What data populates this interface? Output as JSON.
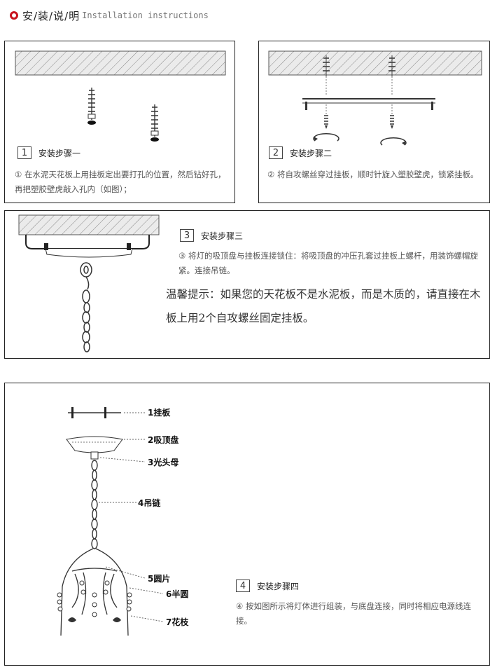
{
  "header": {
    "title_cn": "安/装/说/明",
    "title_en": "Installation instructions"
  },
  "step1": {
    "number": "1",
    "title": "安装步骤一",
    "text": "① 在水泥天花板上用挂板定出要打孔的位置，然后钻好孔，再把塑胶壁虎敲入孔内（如图）；"
  },
  "step2": {
    "number": "2",
    "title": "安装步骤二",
    "text": "② 将自攻螺丝穿过挂板，顺时针旋入塑胶壁虎，锁紧挂板。"
  },
  "step3": {
    "number": "3",
    "title": "安装步骤三",
    "text": "③ 将灯的吸顶盘与挂板连接锁住：将吸顶盘的冲压孔套过挂板上螺杆，用装饰螺帽旋紧。连接吊链。",
    "tip": "温馨提示：如果您的天花板不是水泥板，而是木质的，请直接在木板上用2个自攻螺丝固定挂板。"
  },
  "step4": {
    "number": "4",
    "title": "安装步骤四",
    "text": "④ 按如图所示将灯体进行组装，与底盘连接，同时将相应电源线连接。",
    "parts": [
      "1挂板",
      "2吸顶盘",
      "3光头母",
      "4吊链",
      "5圆片",
      "6半圆",
      "7花枝"
    ]
  },
  "colors": {
    "accent": "#c8141e",
    "border": "#222222",
    "hatch": "#d9d9d9"
  }
}
